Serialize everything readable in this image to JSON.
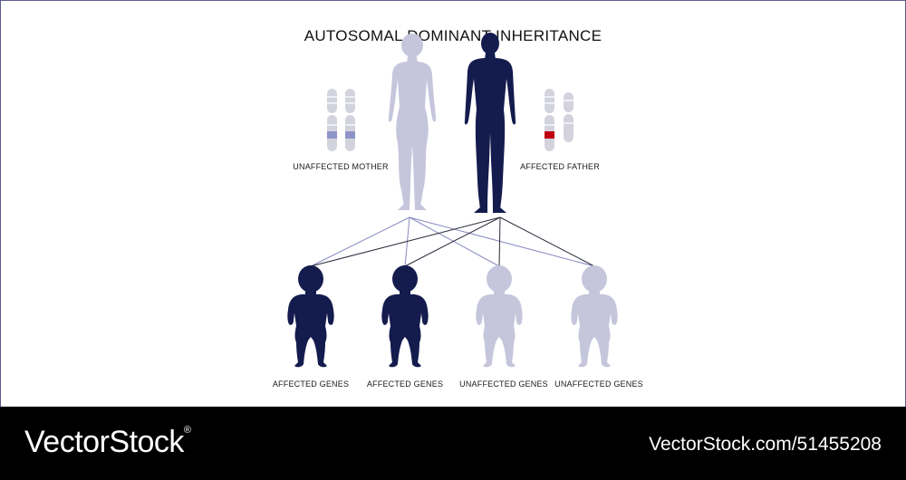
{
  "title": "AUTOSOMAL DOMINANT INHERITANCE",
  "parents": {
    "mother": {
      "label": "UNAFFECTED MOTHER",
      "affected": false
    },
    "father": {
      "label": "AFFECTED FATHER",
      "affected": true
    }
  },
  "children": [
    {
      "label": "AFFECTED GENES",
      "affected": true
    },
    {
      "label": "AFFECTED GENES",
      "affected": true
    },
    {
      "label": "UNAFFECTED GENES",
      "affected": false
    },
    {
      "label": "UNAFFECTED GENES",
      "affected": false
    }
  ],
  "colors": {
    "affected": "#141b4d",
    "unaffected": "#c5c6dc",
    "chromosome": "#d3d3de",
    "mother_band": "#8e94c8",
    "father_band": "#c00012",
    "mother_lines": "#8689c2",
    "father_lines": "#2b2b3a"
  },
  "footer": {
    "brand": "VectorStock",
    "brand_mark": "®",
    "stock_id": "VectorStock.com/51455208"
  }
}
